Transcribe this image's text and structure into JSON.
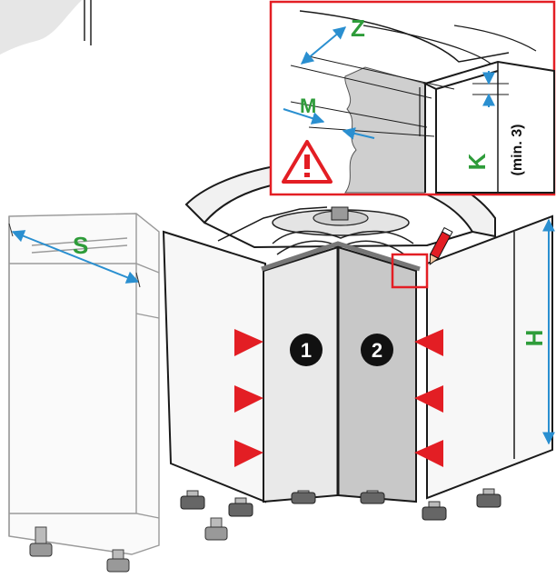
{
  "labels": {
    "width": "S",
    "height": "H",
    "gap_z": "Z",
    "gap_m": "M",
    "clearance_k": "K",
    "clearance_min": "(min. 3)",
    "door_1": "1",
    "door_2": "2"
  },
  "colors": {
    "dimension_text": "#2e9c3a",
    "arrow_blue": "#2a8fd0",
    "accent_red": "#e31e24",
    "door_light": "#e9e9e9",
    "door_mid": "#c8c8c8",
    "outline": "#1a1a1a"
  },
  "icons": [
    "warning-triangle-icon",
    "alignment-marker-icon",
    "pencil-icon"
  ]
}
